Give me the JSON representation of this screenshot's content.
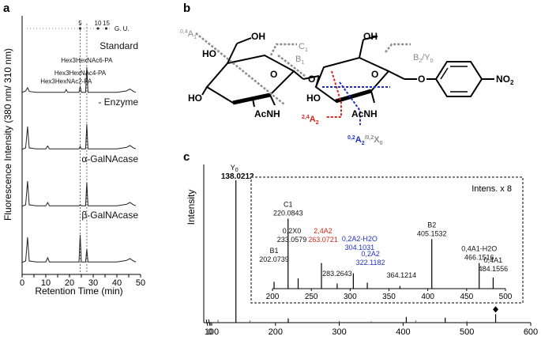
{
  "panels": {
    "a": "a",
    "b": "b",
    "c": "c"
  },
  "colors": {
    "red": "#d9261c",
    "blue": "#1f2fc4",
    "gray": "#8c8c8c",
    "black": "#000000"
  },
  "chart_data": [
    {
      "type": "line",
      "panel": "a",
      "xlabel": "Retention Time (min)",
      "ylabel": "Fluorescence Intensity (380 nm/ 310 nm)",
      "xlim": [
        0,
        50
      ],
      "xticks": [
        "0",
        "5",
        "10",
        "15",
        "20",
        "25",
        "30",
        "35",
        "40",
        "45",
        "50"
      ],
      "gu_scale": {
        "label": "G. U.",
        "ticks": [
          {
            "label": "5",
            "x": 24.5
          },
          {
            "label": "10",
            "x": 32
          },
          {
            "label": "15",
            "x": 35.5
          }
        ]
      },
      "series": [
        {
          "name": "Standard",
          "baseline": 0,
          "points": [
            [
              0,
              0.02
            ],
            [
              1.5,
              0.05
            ],
            [
              2.3,
              0.12
            ],
            [
              3,
              0.04
            ],
            [
              6,
              0.02
            ],
            [
              18,
              0.02
            ],
            [
              18.6,
              0.08
            ],
            [
              19.2,
              0.02
            ],
            [
              24,
              0.02
            ],
            [
              24.5,
              0.15
            ],
            [
              25,
              0.02
            ],
            [
              26.8,
              0.02
            ],
            [
              27.3,
              0.55
            ],
            [
              27.8,
              0.02
            ],
            [
              40,
              0.02
            ],
            [
              44,
              0.05
            ],
            [
              45.5,
              0.09
            ],
            [
              47,
              0.04
            ],
            [
              48,
              0.02
            ]
          ],
          "annotations": [
            {
              "text": "Hex3HexNAc6-PA",
              "x": 27.3,
              "y": 0.58
            },
            {
              "text": "Hex3HexNAc4-PA",
              "x": 24.5,
              "y": 0.32
            },
            {
              "text": "Hex3HexNAc2-PA",
              "x": 18.6,
              "y": 0.14
            }
          ]
        },
        {
          "name": "- Enzyme",
          "baseline": 1,
          "points": [
            [
              0,
              0.02
            ],
            [
              1.5,
              0.05
            ],
            [
              2.3,
              0.5
            ],
            [
              3,
              0.05
            ],
            [
              6,
              0.03
            ],
            [
              10,
              0.03
            ],
            [
              10.8,
              0.09
            ],
            [
              11.5,
              0.03
            ],
            [
              24,
              0.03
            ],
            [
              24.5,
              0.08
            ],
            [
              25,
              0.03
            ],
            [
              26.8,
              0.03
            ],
            [
              27.3,
              0.55
            ],
            [
              27.8,
              0.03
            ],
            [
              40,
              0.03
            ],
            [
              44,
              0.06
            ],
            [
              45.5,
              0.1
            ],
            [
              47,
              0.05
            ],
            [
              48,
              0.03
            ]
          ]
        },
        {
          "name": "α-GalNAcase",
          "baseline": 2,
          "points": [
            [
              0,
              0.02
            ],
            [
              1.5,
              0.05
            ],
            [
              2.3,
              0.55
            ],
            [
              3,
              0.05
            ],
            [
              6,
              0.03
            ],
            [
              10,
              0.03
            ],
            [
              10.8,
              0.1
            ],
            [
              11.5,
              0.03
            ],
            [
              24,
              0.03
            ],
            [
              24.5,
              0.05
            ],
            [
              25,
              0.03
            ],
            [
              26.8,
              0.03
            ],
            [
              27.3,
              0.52
            ],
            [
              27.8,
              0.03
            ],
            [
              40,
              0.03
            ],
            [
              44,
              0.06
            ],
            [
              45.5,
              0.1
            ],
            [
              47,
              0.05
            ],
            [
              48,
              0.03
            ]
          ]
        },
        {
          "name": "β-GalNAcase",
          "baseline": 3,
          "points": [
            [
              0,
              0.02
            ],
            [
              1.5,
              0.05
            ],
            [
              2.3,
              0.55
            ],
            [
              3,
              0.05
            ],
            [
              6,
              0.03
            ],
            [
              10,
              0.03
            ],
            [
              10.8,
              0.12
            ],
            [
              11.5,
              0.03
            ],
            [
              24,
              0.03
            ],
            [
              24.5,
              0.6
            ],
            [
              25,
              0.03
            ],
            [
              26.8,
              0.03
            ],
            [
              27.3,
              0.3
            ],
            [
              27.8,
              0.03
            ],
            [
              40,
              0.03
            ],
            [
              44,
              0.06
            ],
            [
              45.5,
              0.1
            ],
            [
              47,
              0.05
            ],
            [
              48,
              0.03
            ]
          ]
        }
      ],
      "dashed_lines_x": [
        24.5,
        27.3
      ],
      "grid": false
    },
    {
      "type": "bar",
      "panel": "c",
      "xlabel": "",
      "ylabel": "Intensity",
      "xlim": [
        0,
        600
      ],
      "axis_break": true,
      "xticks": [
        "0",
        "100",
        "200",
        "300",
        "400",
        "500",
        "600"
      ],
      "main_peaks": [
        {
          "mz": 138.0212,
          "label": "138.0212",
          "sup": "Y",
          "sub": "0",
          "rel": 1.0
        },
        {
          "mz": 220,
          "rel": 0.03
        },
        {
          "mz": 405,
          "rel": 0.04
        },
        {
          "mz": 466,
          "rel": 0.035
        },
        {
          "mz": 545,
          "rel": 0.06,
          "marker": "diamond"
        }
      ],
      "inset": {
        "label": "Intens. x 8",
        "xlim": [
          200,
          500
        ],
        "xticks": [
          "200",
          "250",
          "300",
          "350",
          "400",
          "450",
          "500"
        ],
        "peaks": [
          {
            "mz": 202.0739,
            "rel": 0.08,
            "label": "202.0739",
            "frag": "B1",
            "color": "black"
          },
          {
            "mz": 220.0843,
            "rel": 0.82,
            "label": "220.0843",
            "frag": "C1",
            "color": "black"
          },
          {
            "mz": 233.0579,
            "rel": 0.12,
            "label": "233.0579",
            "frag": "0,2X0",
            "color": "black"
          },
          {
            "mz": 263.0721,
            "rel": 0.3,
            "label": "263.0721",
            "frag": "2,4A2",
            "color": "red"
          },
          {
            "mz": 283.2643,
            "rel": 0.06,
            "label": "283.2643",
            "frag": "",
            "color": "black"
          },
          {
            "mz": 304.1031,
            "rel": 0.18,
            "label": "304.1031",
            "frag": "0,2A2-H2O",
            "color": "blue"
          },
          {
            "mz": 322.1182,
            "rel": 0.07,
            "label": "322.1182",
            "frag": "0,2A2",
            "color": "blue"
          },
          {
            "mz": 364.1214,
            "rel": 0.03,
            "label": "364.1214",
            "frag": "",
            "color": "black"
          },
          {
            "mz": 405.1532,
            "rel": 0.58,
            "label": "405.1532",
            "frag": "B2",
            "color": "black"
          },
          {
            "mz": 466.1516,
            "rel": 0.3,
            "label": "466.1516",
            "frag": "0,4A1-H2O",
            "color": "black"
          },
          {
            "mz": 484.1556,
            "rel": 0.13,
            "label": "484.1556",
            "frag": "0,4A1",
            "color": "black"
          }
        ]
      },
      "grid": false
    }
  ],
  "structure": {
    "labels": {
      "oh1": "HO",
      "oh2": "OH",
      "oh3": "HO",
      "oh4": "OH",
      "o1": "O",
      "o2": "O",
      "o3": "O",
      "o4": "O",
      "nh1": "AcNH",
      "nh2": "AcNH",
      "no2": "NO",
      "no2sub": "2",
      "ho_left": "HO"
    },
    "fragments": {
      "a1": "A",
      "a1pre": "0,4",
      "a1sub": "1",
      "c1": "C",
      "c1sub": "1",
      "b1": "B",
      "b1sub": "1",
      "b2y0": "B",
      "b2sub": "2",
      "slash": "/Y",
      "y0sub": "0",
      "a2red": "A",
      "a2redpre": "2,4",
      "a2redsub": "2",
      "a2blue": "A",
      "a2bluepre": "0,2",
      "a2bluesub": "2",
      "x0pre": "/0,2",
      "x0": "X",
      "x0sub": "0"
    }
  }
}
